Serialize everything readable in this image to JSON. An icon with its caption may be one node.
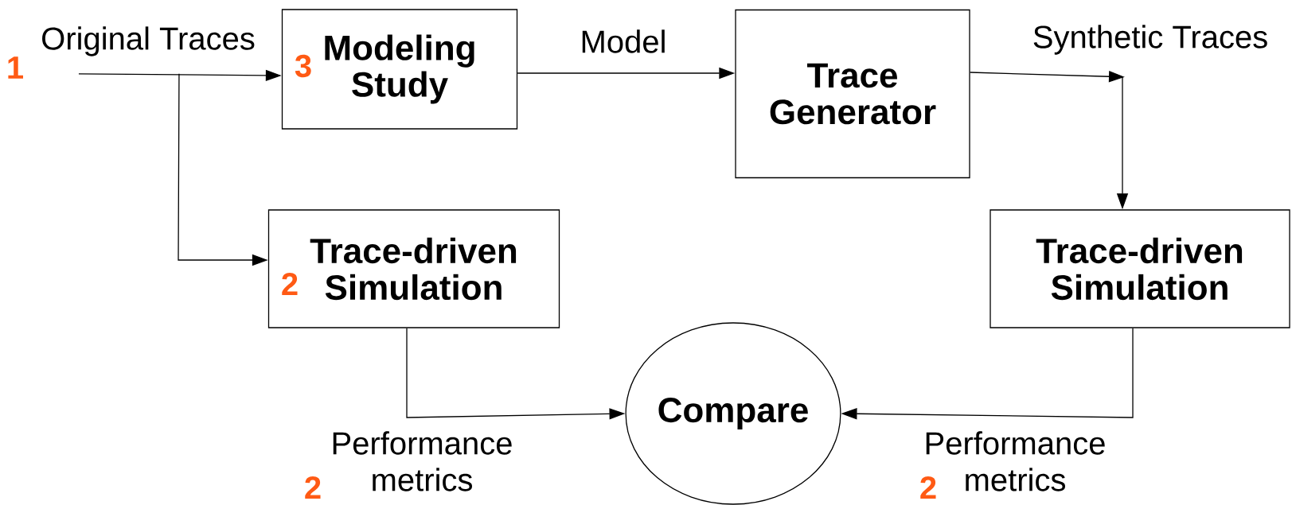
{
  "diagram": {
    "nodes": [
      {
        "text": [
          "Original Traces"
        ]
      },
      {
        "text": [
          "Modeling Study"
        ]
      },
      {
        "text": [
          "Trace Generator"
        ]
      },
      {
        "text": [
          "Trace-driven Simulation"
        ]
      },
      {
        "text": [
          "Synthetic Traces"
        ]
      },
      {
        "text": [
          "Trace-driven Simulation"
        ]
      },
      {
        "text": [
          "Compare"
        ]
      }
    ],
    "edges": [
      {
        "from": 0,
        "to": 1,
        "arrow": "to"
      },
      {
        "from": 0,
        "to": 3,
        "arrow": "to"
      },
      {
        "from": 1,
        "to": 2,
        "arrow": "to",
        "label": "Model"
      },
      {
        "from": 2,
        "to": 4,
        "arrow": "to"
      },
      {
        "from": 4,
        "to": 5,
        "arrow": "to"
      },
      {
        "from": 3,
        "to": 6,
        "arrow": "to",
        "label": "Performance metrics"
      },
      {
        "from": 5,
        "to": 6,
        "arrow": "to",
        "label": "Performance metrics"
      }
    ],
    "labels": [
      "1",
      "3",
      "2",
      "2",
      "2"
    ]
  }
}
